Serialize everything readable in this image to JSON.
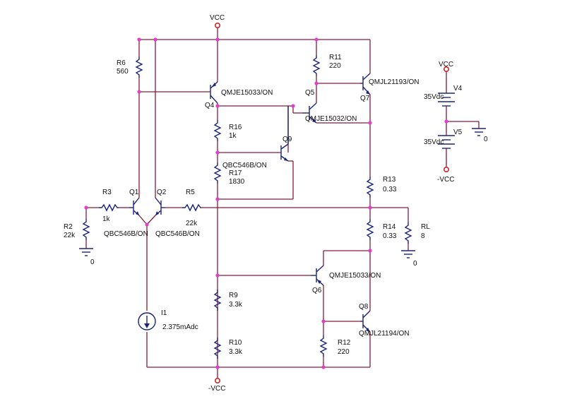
{
  "rails": {
    "vcc_top": "VCC",
    "vcc_bottom": "-VCC"
  },
  "resistors": {
    "R1": {
      "name": "R11",
      "value": "220"
    },
    "R2": {
      "name": "R2",
      "value": "22k"
    },
    "R3": {
      "name": "R3",
      "value": "1k"
    },
    "R5": {
      "name": "R5",
      "value": "22k"
    },
    "R6": {
      "name": "R6",
      "value": "560"
    },
    "R9": {
      "name": "R9",
      "value": "3.3k"
    },
    "R10": {
      "name": "R10",
      "value": "3.3k"
    },
    "R12": {
      "name": "R12",
      "value": "220"
    },
    "R13": {
      "name": "R13",
      "value": "0.33"
    },
    "R14": {
      "name": "R14",
      "value": "0.33"
    },
    "R16": {
      "name": "R16",
      "value": "1k"
    },
    "R17": {
      "name": "R17",
      "value": "1830"
    },
    "RL": {
      "name": "RL",
      "value": "8"
    }
  },
  "transistors": {
    "Q1": {
      "name": "Q1",
      "model": "QBC546B/ON"
    },
    "Q2": {
      "name": "Q2",
      "model": "QBC546B/ON"
    },
    "Q4": {
      "name": "Q4",
      "model": "QMJE15033/ON"
    },
    "Q5": {
      "name": "Q5",
      "model": "QMJE15032/ON"
    },
    "Q6": {
      "name": "Q6",
      "model": "QMJE15033/ON"
    },
    "Q7": {
      "name": "Q7",
      "model": "QMJL21193/ON"
    },
    "Q8": {
      "name": "Q8",
      "model": "QMJL21194/ON"
    },
    "Q9": {
      "name": "Q9",
      "model": "QBC546B/ON"
    }
  },
  "current_source": {
    "name": "I1",
    "value": "2.375mAdc"
  },
  "sources": {
    "V4": {
      "name": "V4",
      "value": "35Vdc"
    },
    "V5": {
      "name": "V5",
      "value": "35Vdc"
    },
    "vcc": "VCC",
    "neg_vcc": "-VCC"
  },
  "grounds": {
    "g1": "0",
    "g2": "0",
    "g3": "0"
  }
}
